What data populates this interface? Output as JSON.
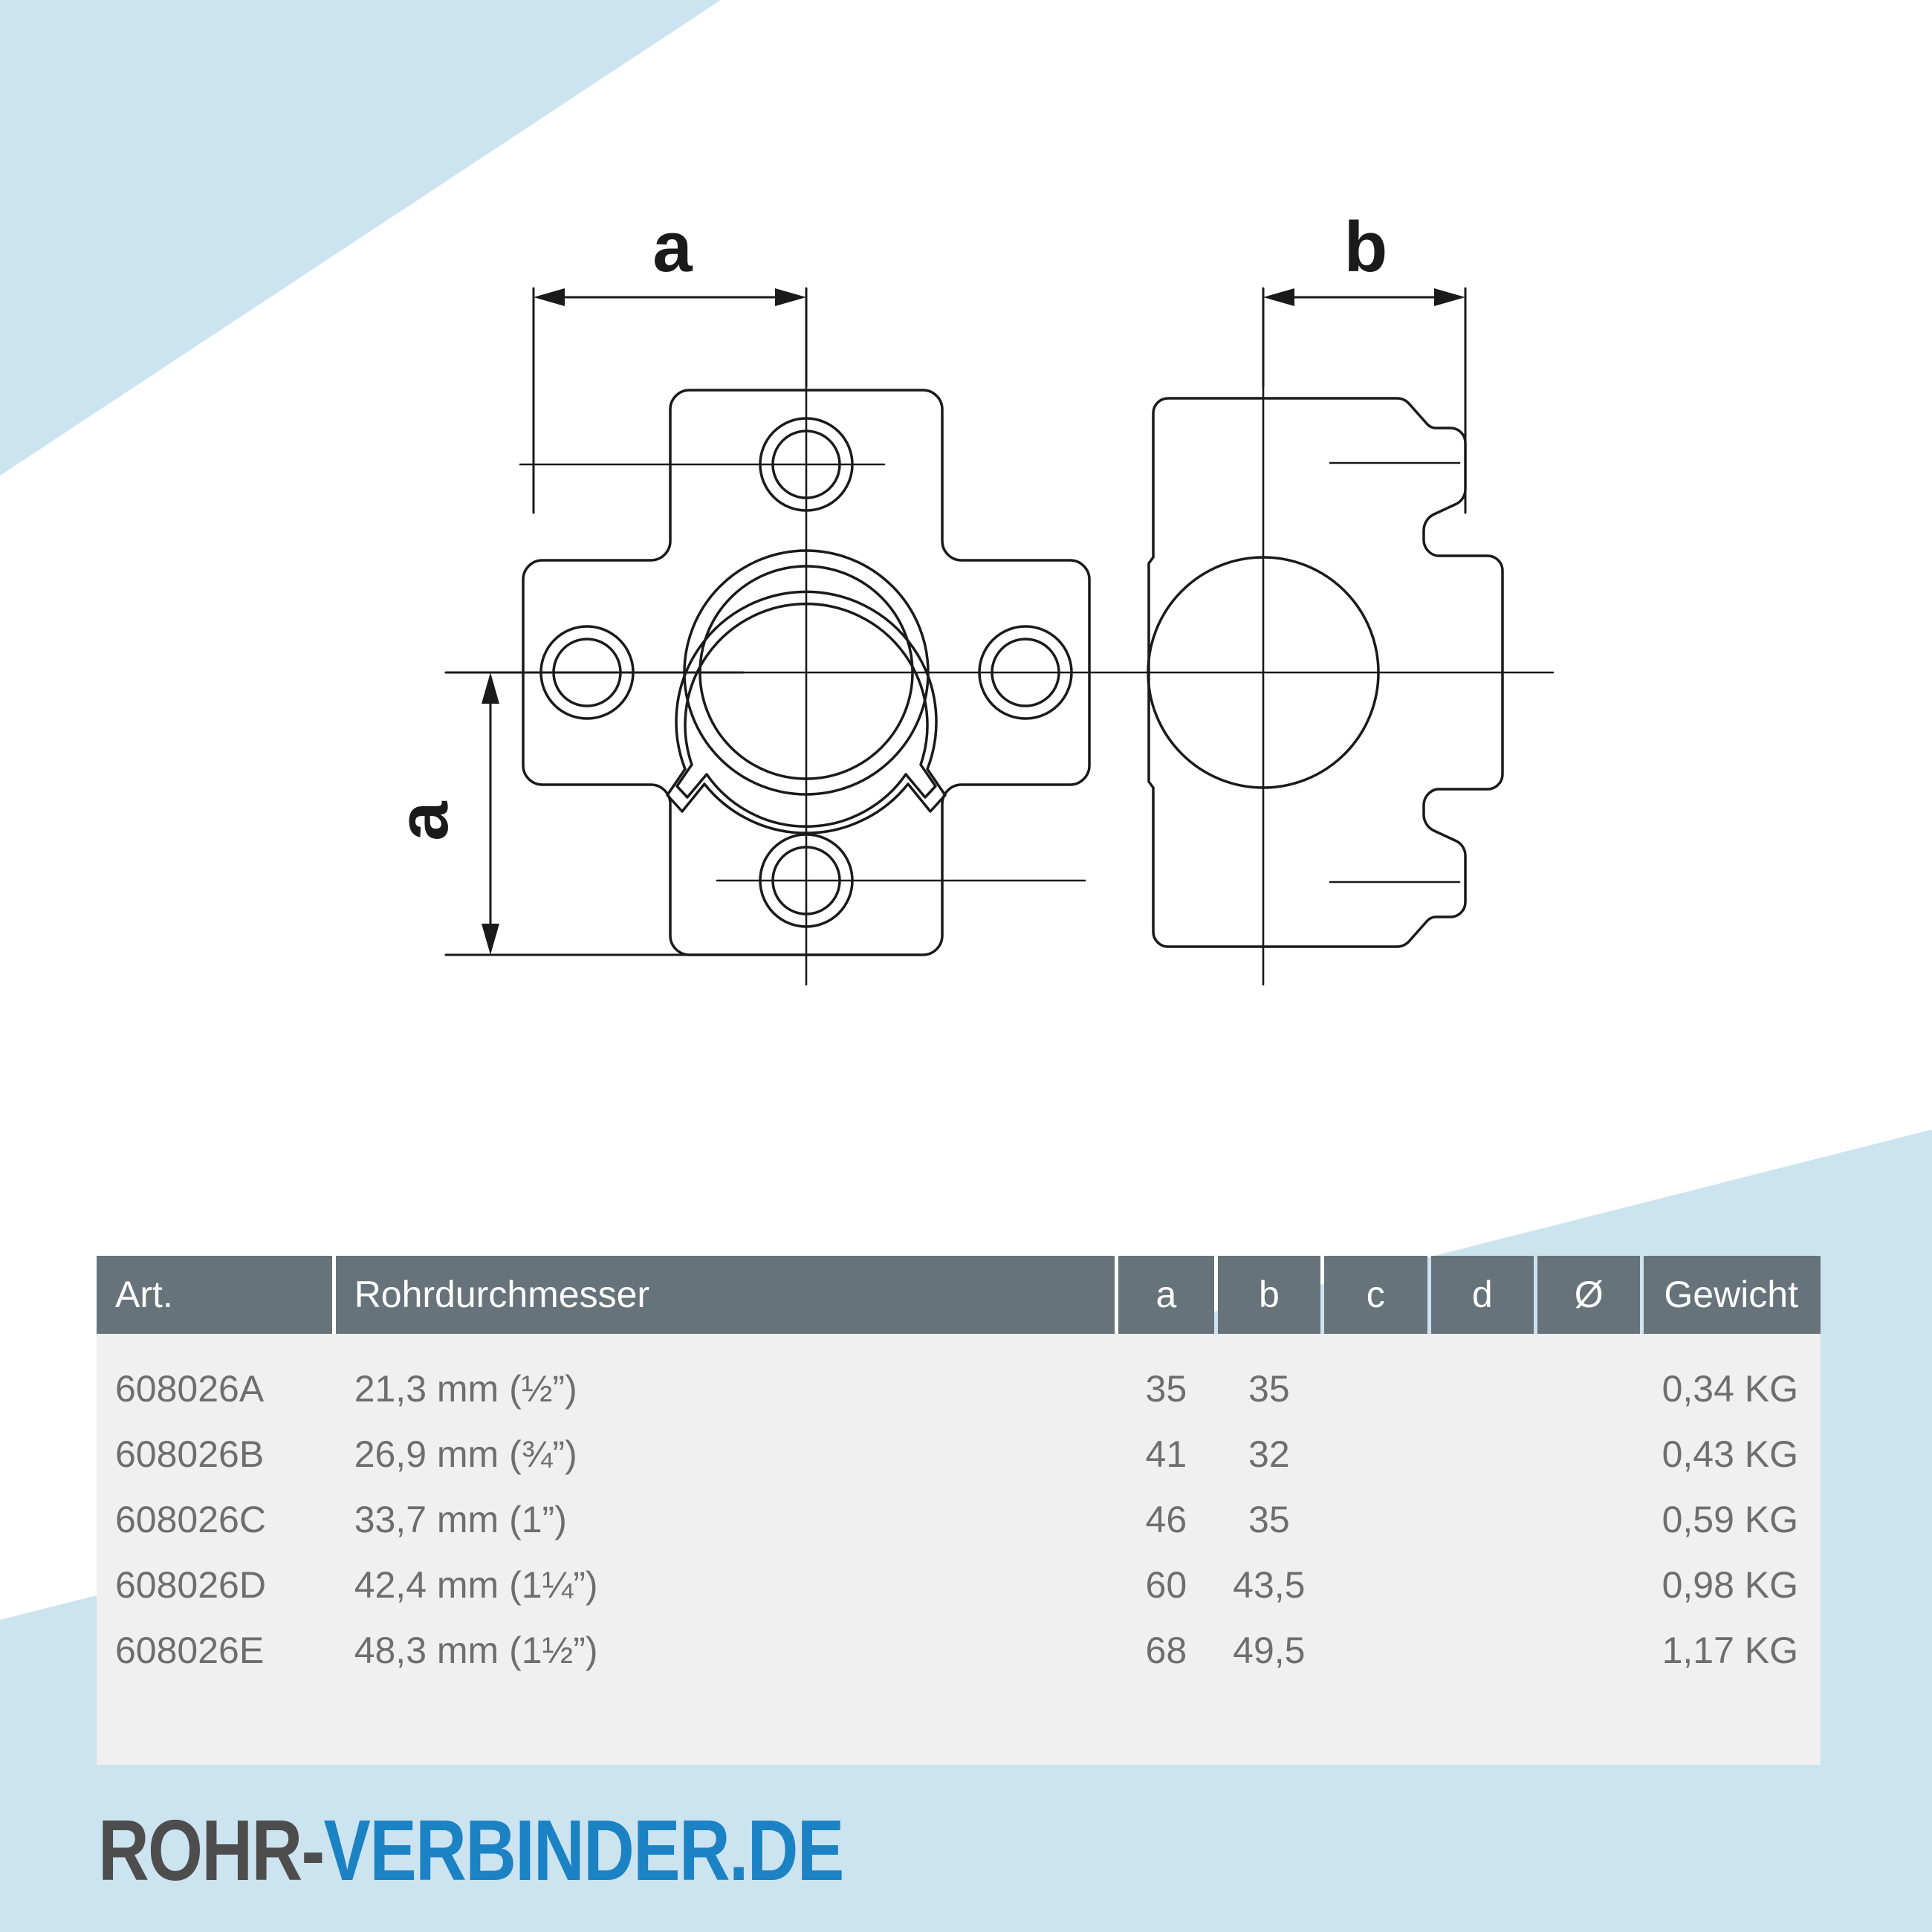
{
  "brand": {
    "logo_part1": "ROHR-",
    "logo_part2": "VERBINDER.DE",
    "accent_blue": "#1b82c4",
    "pale_blue": "#cce3f0",
    "logo_gray": "#4d4d4d"
  },
  "drawing": {
    "title": "Kreuzstueck Rohrverbinder technische Zeichnung",
    "dim_a_top": "a",
    "dim_a_left": "a",
    "dim_b_right": "b",
    "line_color": "#1a1a1a",
    "views": [
      {
        "name": "front-view",
        "shape": "cross-shaped-flange-with-central-bore"
      },
      {
        "name": "side-view",
        "shape": "rectangular-profile-with-notches"
      }
    ]
  },
  "table": {
    "header_bg": "#67737a",
    "body_bg": "#f0f0f0",
    "columns": [
      {
        "key": "art",
        "label": "Art."
      },
      {
        "key": "rohr",
        "label": "Rohrdurchmesser"
      },
      {
        "key": "a",
        "label": "a"
      },
      {
        "key": "b",
        "label": "b"
      },
      {
        "key": "c",
        "label": "c"
      },
      {
        "key": "d",
        "label": "d"
      },
      {
        "key": "e",
        "label": "Ø"
      },
      {
        "key": "gew",
        "label": "Gewicht"
      }
    ],
    "rows": [
      {
        "art": "608026A",
        "rohr": "21,3 mm (½”)",
        "a": "35",
        "b": "35",
        "c": "",
        "d": "",
        "e": "",
        "gew": "0,34 KG"
      },
      {
        "art": "608026B",
        "rohr": "26,9 mm (¾”)",
        "a": "41",
        "b": "32",
        "c": "",
        "d": "",
        "e": "",
        "gew": "0,43 KG"
      },
      {
        "art": "608026C",
        "rohr": "33,7 mm (1”)",
        "a": "46",
        "b": "35",
        "c": "",
        "d": "",
        "e": "",
        "gew": "0,59 KG"
      },
      {
        "art": "608026D",
        "rohr": "42,4 mm (1¼”)",
        "a": "60",
        "b": "43,5",
        "c": "",
        "d": "",
        "e": "",
        "gew": "0,98 KG"
      },
      {
        "art": "608026E",
        "rohr": "48,3 mm (1½”)",
        "a": "68",
        "b": "49,5",
        "c": "",
        "d": "",
        "e": "",
        "gew": "1,17 KG"
      }
    ]
  }
}
